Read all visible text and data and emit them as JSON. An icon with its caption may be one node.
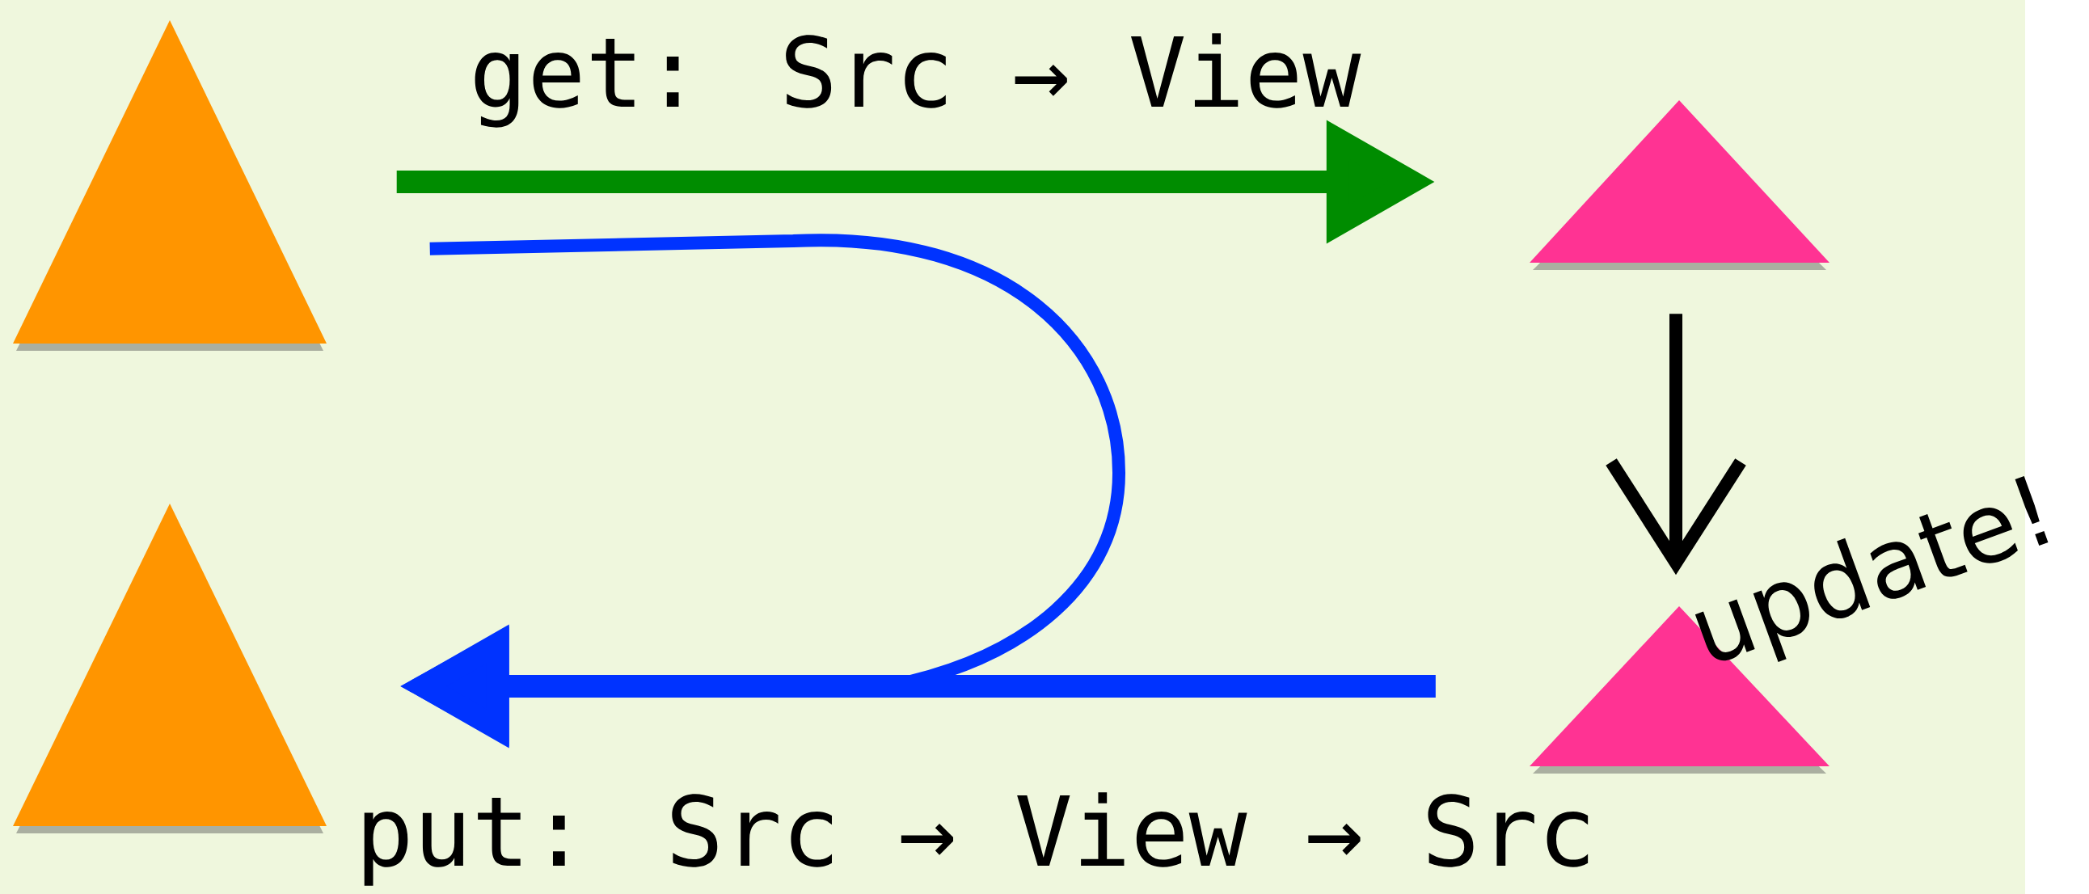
{
  "diagram": {
    "nodes": [
      {
        "text": [],
        "shape": "triangle"
      },
      {
        "text": [],
        "shape": "triangle"
      },
      {
        "text": [],
        "shape": "triangle"
      },
      {
        "text": [],
        "shape": "triangle"
      }
    ],
    "edges": [
      {
        "from": 0,
        "to": 2,
        "arrow": "to",
        "label": "get: Src → View",
        "color": "#008c00"
      },
      {
        "from": 0,
        "to": 1,
        "arrow": "to",
        "color": "#0033ff"
      },
      {
        "from": 3,
        "to": 1,
        "arrow": "to",
        "label": "put: Src → View → Src",
        "color": "#0033ff"
      },
      {
        "from": 2,
        "to": 3,
        "arrow": "to",
        "label": "update!",
        "color": "#000000"
      }
    ]
  }
}
